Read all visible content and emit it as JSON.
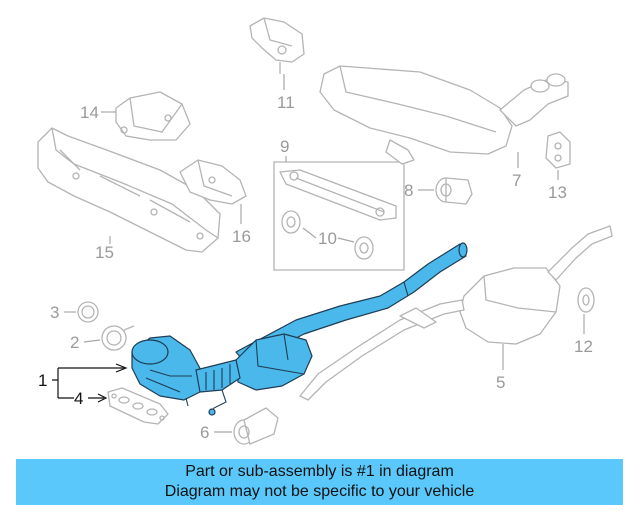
{
  "callouts": {
    "c1": "1",
    "c2": "2",
    "c3": "3",
    "c4": "4",
    "c5": "5",
    "c6": "6",
    "c7": "7",
    "c8": "8",
    "c9": "9",
    "c10": "10",
    "c11": "11",
    "c12": "12",
    "c13": "13",
    "c14": "14",
    "c15": "15",
    "c16": "16"
  },
  "banner": {
    "line1": "Part or sub-assembly is #1 in diagram",
    "line2": "Diagram may not be specific to your vehicle"
  },
  "colors": {
    "highlight": "#4ab8ea",
    "banner": "#5ac8fa",
    "part_outline": "#b4b4b4",
    "callout_grey": "#9a9a9a"
  },
  "icons": {
    "converter": "catalytic-converter-icon"
  }
}
